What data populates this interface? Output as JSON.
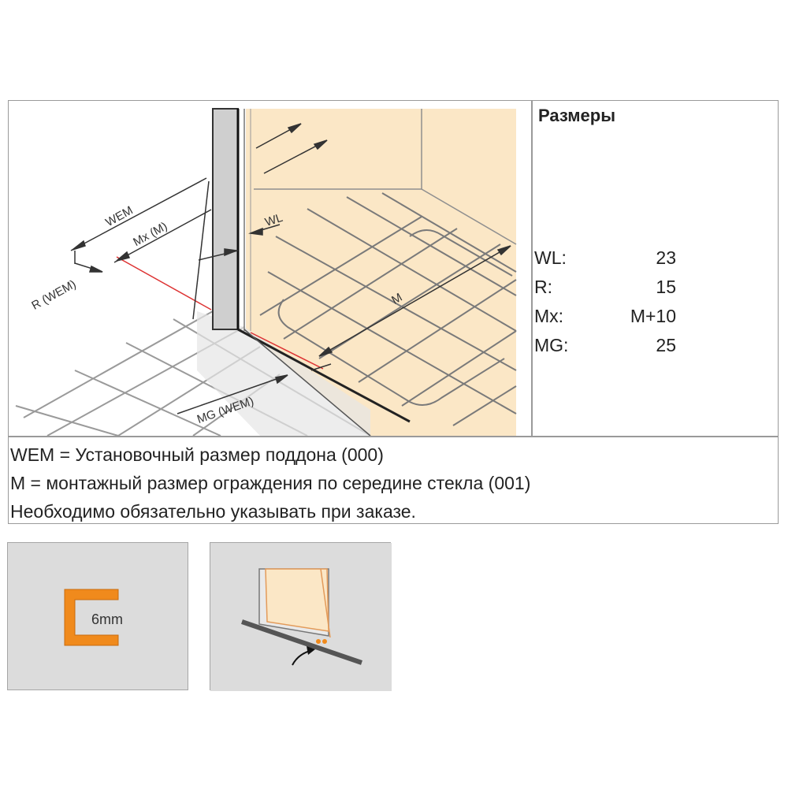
{
  "diagram": {
    "labels": {
      "wem": "WEM",
      "mx": "Mx (M)",
      "r": "R (WEM)",
      "wl": "WL",
      "m": "M",
      "mg": "MG (WEM)"
    }
  },
  "dimensions": {
    "title": "Размеры",
    "rows": [
      {
        "key": "WL:",
        "value": "23"
      },
      {
        "key": "R:",
        "value": "15"
      },
      {
        "key": "Mx:",
        "value": "M+10"
      },
      {
        "key": "MG:",
        "value": "25"
      }
    ]
  },
  "notes": [
    "WEM = Установочный размер поддона (000)",
    "M = монтажный размер ограждения по середине стекла (001)",
    "Необходимо обязательно указывать при заказе."
  ],
  "profile_tile": {
    "thickness_label": "6mm"
  },
  "colors": {
    "glass": "#fbe7c6",
    "profile_orange": "#f08a1c",
    "line": "#444444",
    "tile_bg": "#dcdcdc"
  }
}
